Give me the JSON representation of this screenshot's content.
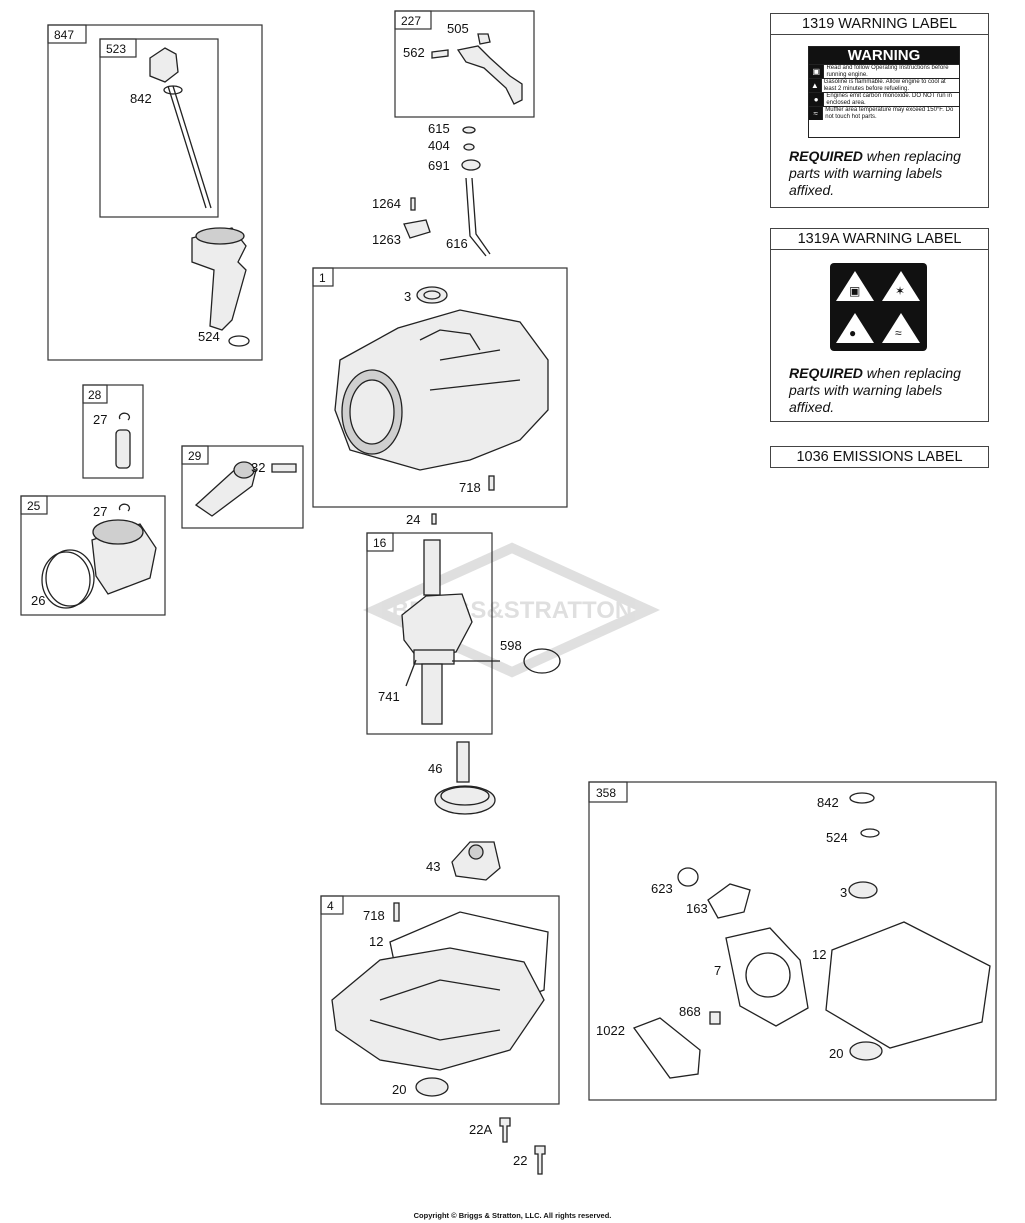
{
  "callouts": {
    "c847": "847",
    "c523": "523",
    "c842a": "842",
    "c524a": "524",
    "c227": "227",
    "c505": "505",
    "c562": "562",
    "c615": "615",
    "c404": "404",
    "c691": "691",
    "c1264": "1264",
    "c1263": "1263",
    "c616": "616",
    "c1": "1",
    "c3a": "3",
    "c718a": "718",
    "c24": "24",
    "c28": "28",
    "c27a": "27",
    "c29": "29",
    "c32": "32",
    "c25": "25",
    "c27b": "27",
    "c26": "26",
    "c16": "16",
    "c598": "598",
    "c741": "741",
    "c46": "46",
    "c43": "43",
    "c4": "4",
    "c718b": "718",
    "c12a": "12",
    "c20a": "20",
    "c22A": "22A",
    "c22": "22",
    "c358": "358",
    "c842b": "842",
    "c524b": "524",
    "c623": "623",
    "c163": "163",
    "c3b": "3",
    "c7": "7",
    "c12b": "12",
    "c868": "868",
    "c1022": "1022",
    "c20b": "20"
  },
  "labels": {
    "l1319": {
      "title": "1319 WARNING LABEL",
      "required_word": "REQUIRED",
      "required_rest": " when replacing parts with warning labels affixed.",
      "sticker": {
        "head": "WARNING",
        "rows": [
          "Read and follow Operating Instructions before running engine.",
          "Gasoline is flammable. Allow engine to cool at least 2 minutes before refueling.",
          "Engines emit carbon monoxide. DO NOT run in enclosed area.",
          "Muffler area temperature may exceed 150°F. Do not touch hot parts."
        ]
      }
    },
    "l1319a": {
      "title": "1319A WARNING LABEL",
      "required_word": "REQUIRED",
      "required_rest": " when replacing parts with warning labels affixed."
    },
    "l1036": {
      "title": "1036 EMISSIONS LABEL"
    }
  },
  "watermark": "BRIGGS&STRATTON",
  "footer": "Copyright © Briggs & Stratton, LLC. All rights reserved."
}
